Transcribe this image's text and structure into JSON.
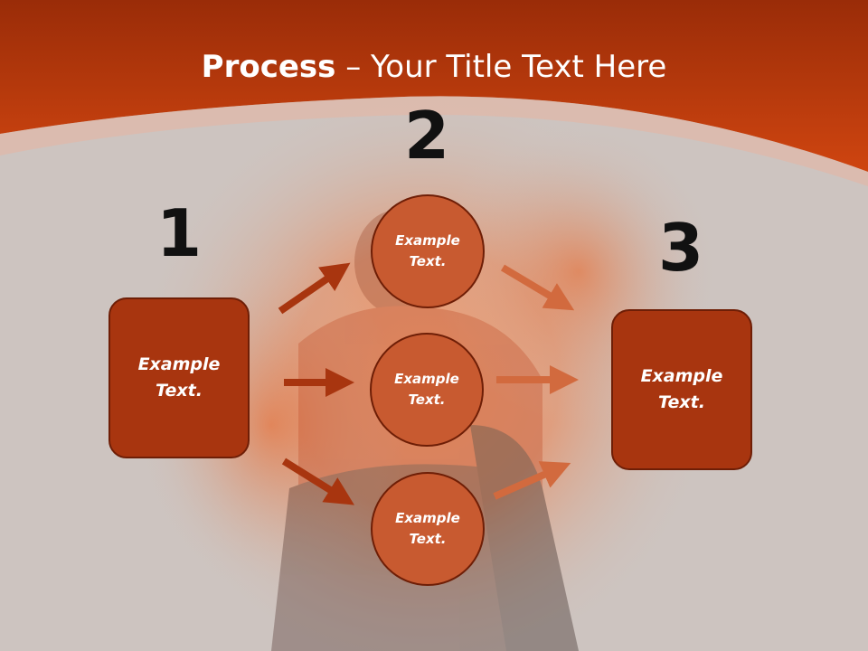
{
  "title": {
    "strong": "Process",
    "dash": " – ",
    "rest": "Your Title Text Here"
  },
  "steps": [
    {
      "number": "1"
    },
    {
      "number": "2"
    },
    {
      "number": "3"
    }
  ],
  "left_box": {
    "text": "Example\nText."
  },
  "right_box": {
    "text": "Example\nText."
  },
  "circles": [
    {
      "text": "Example\nText."
    },
    {
      "text": "Example\nText."
    },
    {
      "text": "Example\nText."
    }
  ],
  "colors": {
    "header": "#c7400f",
    "box_fill": "#a8350f",
    "circle_fill": "#c85a30",
    "arrow_left": "#a8350f",
    "arrow_right": "#d26a3e"
  }
}
